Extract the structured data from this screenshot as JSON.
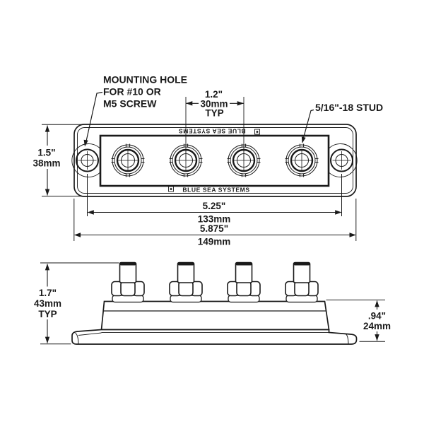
{
  "callouts": {
    "mounting_hole": {
      "line1": "MOUNTING HOLE",
      "line2": "FOR #10 OR",
      "line3": "M5 SCREW"
    },
    "stud_label": "5/16\"-18 STUD"
  },
  "dimensions": {
    "stud_pitch": {
      "inch": "1.2\"",
      "metric": "30mm",
      "note": "TYP"
    },
    "bar_width": {
      "inch": "1.5\"",
      "metric": "38mm"
    },
    "mounting_hole_spacing": {
      "inch": "5.25\"",
      "metric": "133mm"
    },
    "overall_length": {
      "inch": "5.875\"",
      "metric": "149mm"
    },
    "overall_height": {
      "inch": "1.7\"",
      "metric": "43mm",
      "note": "TYP"
    },
    "base_height": {
      "inch": ".94\"",
      "metric": "24mm"
    }
  },
  "product": {
    "brand_top": "BLUE SEA SYSTEMS",
    "brand_bottom": "BLUE SEA SYSTEMS"
  },
  "colors": {
    "line": "#1a1a1a",
    "background": "#ffffff"
  }
}
